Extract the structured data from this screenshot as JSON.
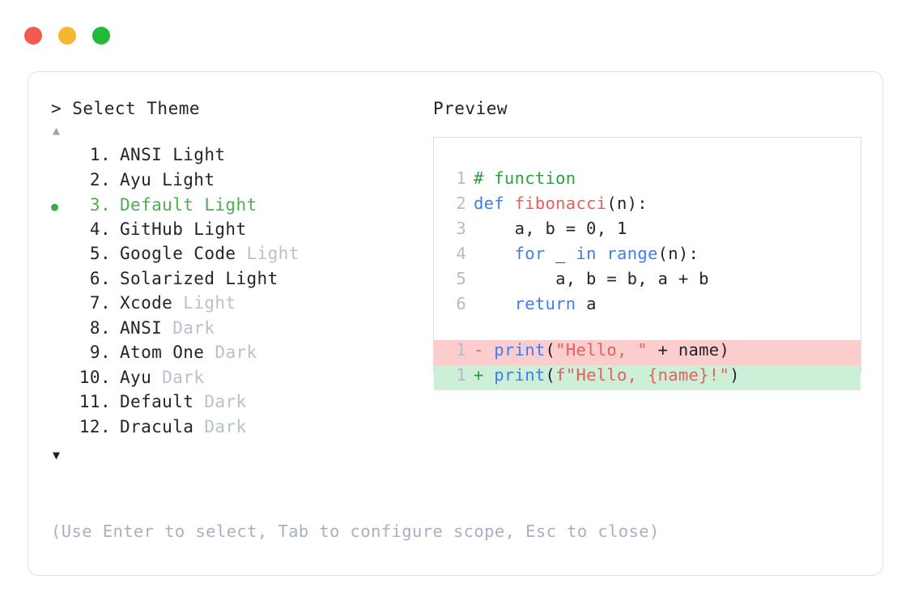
{
  "window": {
    "dots": [
      {
        "name": "close",
        "color": "#f25a52"
      },
      {
        "name": "minimize",
        "color": "#f5b731"
      },
      {
        "name": "maximize",
        "color": "#22bb39"
      }
    ]
  },
  "left_pane": {
    "prompt": "> Select Theme",
    "scroll_up_icon": "▲",
    "scroll_down_icon": "▼",
    "selected_marker": "●",
    "selected_index": 3,
    "themes": [
      {
        "index": "1.",
        "name": "ANSI Light",
        "variant": "",
        "selected": false
      },
      {
        "index": "2.",
        "name": "Ayu Light",
        "variant": "",
        "selected": false
      },
      {
        "index": "3.",
        "name": "Default Light",
        "variant": "",
        "selected": true
      },
      {
        "index": "4.",
        "name": "GitHub Light",
        "variant": "",
        "selected": false
      },
      {
        "index": "5.",
        "name": "Google Code",
        "variant": " Light",
        "selected": false
      },
      {
        "index": "6.",
        "name": "Solarized Light",
        "variant": "",
        "selected": false
      },
      {
        "index": "7.",
        "name": "Xcode",
        "variant": " Light",
        "selected": false
      },
      {
        "index": "8.",
        "name": "ANSI",
        "variant": " Dark",
        "selected": false
      },
      {
        "index": "9.",
        "name": "Atom One",
        "variant": " Dark",
        "selected": false
      },
      {
        "index": "10.",
        "name": "Ayu",
        "variant": " Dark",
        "selected": false
      },
      {
        "index": "11.",
        "name": "Default",
        "variant": " Dark",
        "selected": false
      },
      {
        "index": "12.",
        "name": "Dracula",
        "variant": " Dark",
        "selected": false
      }
    ],
    "footer_hint": "(Use Enter to select, Tab to configure scope, Esc to close)"
  },
  "right_pane": {
    "label": "Preview",
    "code_lines": [
      {
        "gutter": "1",
        "style": "normal",
        "tokens": [
          {
            "t": "# function",
            "c": "tok-comment"
          }
        ]
      },
      {
        "gutter": "2",
        "style": "normal",
        "tokens": [
          {
            "t": "def",
            "c": "tok-keyword"
          },
          {
            "t": " ",
            "c": "tok-plain"
          },
          {
            "t": "fibonacci",
            "c": "tok-func"
          },
          {
            "t": "(n):",
            "c": "tok-plain"
          }
        ]
      },
      {
        "gutter": "3",
        "style": "normal",
        "tokens": [
          {
            "t": "    a, b = 0, 1",
            "c": "tok-plain"
          }
        ]
      },
      {
        "gutter": "4",
        "style": "normal",
        "tokens": [
          {
            "t": "    ",
            "c": "tok-plain"
          },
          {
            "t": "for",
            "c": "tok-keyword"
          },
          {
            "t": " _ ",
            "c": "tok-plain"
          },
          {
            "t": "in",
            "c": "tok-keyword"
          },
          {
            "t": " ",
            "c": "tok-plain"
          },
          {
            "t": "range",
            "c": "tok-builtin"
          },
          {
            "t": "(n):",
            "c": "tok-plain"
          }
        ]
      },
      {
        "gutter": "5",
        "style": "normal",
        "tokens": [
          {
            "t": "        a, b = b, a + b",
            "c": "tok-plain"
          }
        ]
      },
      {
        "gutter": "6",
        "style": "normal",
        "tokens": [
          {
            "t": "    ",
            "c": "tok-plain"
          },
          {
            "t": "return",
            "c": "tok-keyword"
          },
          {
            "t": " a",
            "c": "tok-plain"
          }
        ]
      },
      {
        "gutter": "",
        "style": "blank",
        "tokens": []
      },
      {
        "gutter": "1",
        "style": "diff-del",
        "tokens": [
          {
            "t": "- ",
            "c": "sign-del"
          },
          {
            "t": "print",
            "c": "tok-builtin"
          },
          {
            "t": "(",
            "c": "tok-plain"
          },
          {
            "t": "\"Hello, \"",
            "c": "tok-string"
          },
          {
            "t": " + name)",
            "c": "tok-plain"
          }
        ]
      },
      {
        "gutter": "1",
        "style": "diff-add",
        "tokens": [
          {
            "t": "+ ",
            "c": "sign-add"
          },
          {
            "t": "print",
            "c": "tok-builtin"
          },
          {
            "t": "(",
            "c": "tok-plain"
          },
          {
            "t": "f\"Hello, {name}!\"",
            "c": "tok-string"
          },
          {
            "t": ")",
            "c": "tok-plain"
          }
        ]
      }
    ]
  }
}
